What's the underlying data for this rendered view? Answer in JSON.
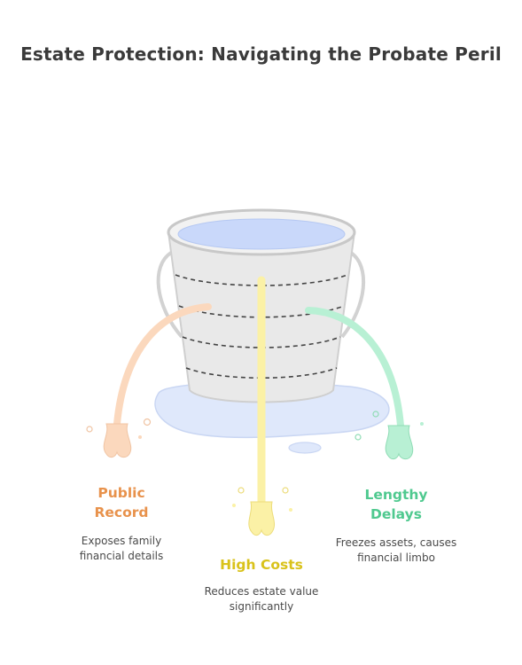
{
  "title": "Estate Protection: Navigating the Probate Peril",
  "items": [
    {
      "label": "Public Record",
      "description": "Exposes family financial details",
      "color": "#e8924c",
      "stream_color": "#fbd8bd"
    },
    {
      "label": "High Costs",
      "description": "Reduces estate value significantly",
      "color": "#d9c21a",
      "stream_color": "#fbf1a6"
    },
    {
      "label": "Lengthy Delays",
      "description": "Freezes assets, causes financial limbo",
      "color": "#4fc98f",
      "stream_color": "#b8f0d4"
    }
  ]
}
